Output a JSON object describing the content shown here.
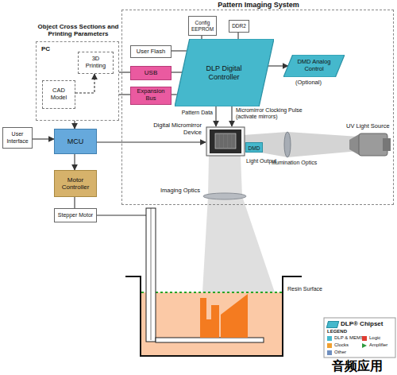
{
  "diagram": {
    "nodes": [
      {
        "text": [
          "Pattern Imaging System"
        ]
      },
      {
        "text": [
          "Object Cross Sections and Printing Parameters",
          "PC"
        ]
      },
      {
        "text": [
          "3D Printing"
        ],
        "in": 1
      },
      {
        "text": [
          "CAD Model"
        ],
        "in": 1
      },
      {
        "text": [
          "Config EEPROM"
        ],
        "in": 0
      },
      {
        "text": [
          "DDR2"
        ],
        "in": 0
      },
      {
        "text": [
          "User Flash"
        ],
        "in": 0
      },
      {
        "text": [
          "USB"
        ],
        "in": 0
      },
      {
        "text": [
          "Expansion Bus"
        ],
        "in": 0
      },
      {
        "text": [
          "DLP Digital Controller"
        ],
        "in": 0
      },
      {
        "text": [
          "DMD Analog Control"
        ],
        "in": 0
      },
      {
        "text": [
          "DMD"
        ],
        "in": 0
      },
      {
        "text": [
          "User Interface"
        ]
      },
      {
        "text": [
          "MCU"
        ]
      },
      {
        "text": [
          "Motor Controller"
        ]
      },
      {
        "text": [
          "Stepper Motor"
        ]
      }
    ],
    "edges": [
      {
        "from": 3,
        "to": 2,
        "arrow": "to"
      },
      {
        "from": 1,
        "to": 7,
        "arrow": "none"
      },
      {
        "from": 1,
        "to": 8,
        "arrow": "none"
      },
      {
        "from": 7,
        "to": 9,
        "arrow": "none"
      },
      {
        "from": 8,
        "to": 9,
        "arrow": "none"
      },
      {
        "from": 4,
        "to": 9,
        "arrow": "none"
      },
      {
        "from": 5,
        "to": 9,
        "arrow": "none"
      },
      {
        "from": 6,
        "to": 9,
        "arrow": "none"
      },
      {
        "from": 9,
        "to": 10,
        "arrow": "to"
      },
      {
        "from": 9,
        "to": 11,
        "label": "Pattern Data",
        "arrow": "to"
      },
      {
        "from": 9,
        "to": 11,
        "label": "Micromirror Clocking Pulse (activate mirrors)",
        "arrow": "to"
      },
      {
        "from": 1,
        "to": 13,
        "arrow": "to"
      },
      {
        "from": 12,
        "to": 13,
        "arrow": "to"
      },
      {
        "from": 13,
        "to": 11,
        "arrow": "to"
      },
      {
        "from": 13,
        "to": 14,
        "arrow": "to"
      },
      {
        "from": 14,
        "to": 15,
        "arrow": "none"
      }
    ],
    "labels": [
      "(Optional)",
      "Digital Micromirror Device",
      "Light Output",
      "Illumination Optics",
      "UV Light Source",
      "Imaging Optics",
      "Resin Surface",
      "LEGEND",
      "音频应用"
    ],
    "legend": [
      {
        "text": "DLP® Chipset",
        "color": "#45b8cc"
      },
      {
        "text": "DLP & MEMS",
        "color": "#45b8cc"
      },
      {
        "text": "Logic",
        "color": "#e03c31"
      },
      {
        "text": "Clocks",
        "color": "#f0a030"
      },
      {
        "text": "Amplifier"
      },
      {
        "text": "Other",
        "color": "#6f8fbf"
      }
    ]
  }
}
